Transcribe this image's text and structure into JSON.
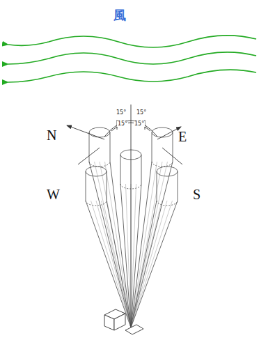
{
  "diagram": {
    "title": "風",
    "labels": [
      "N",
      "E",
      "W",
      "S",
      "15°",
      "15°",
      "15°",
      "15°"
    ]
  }
}
